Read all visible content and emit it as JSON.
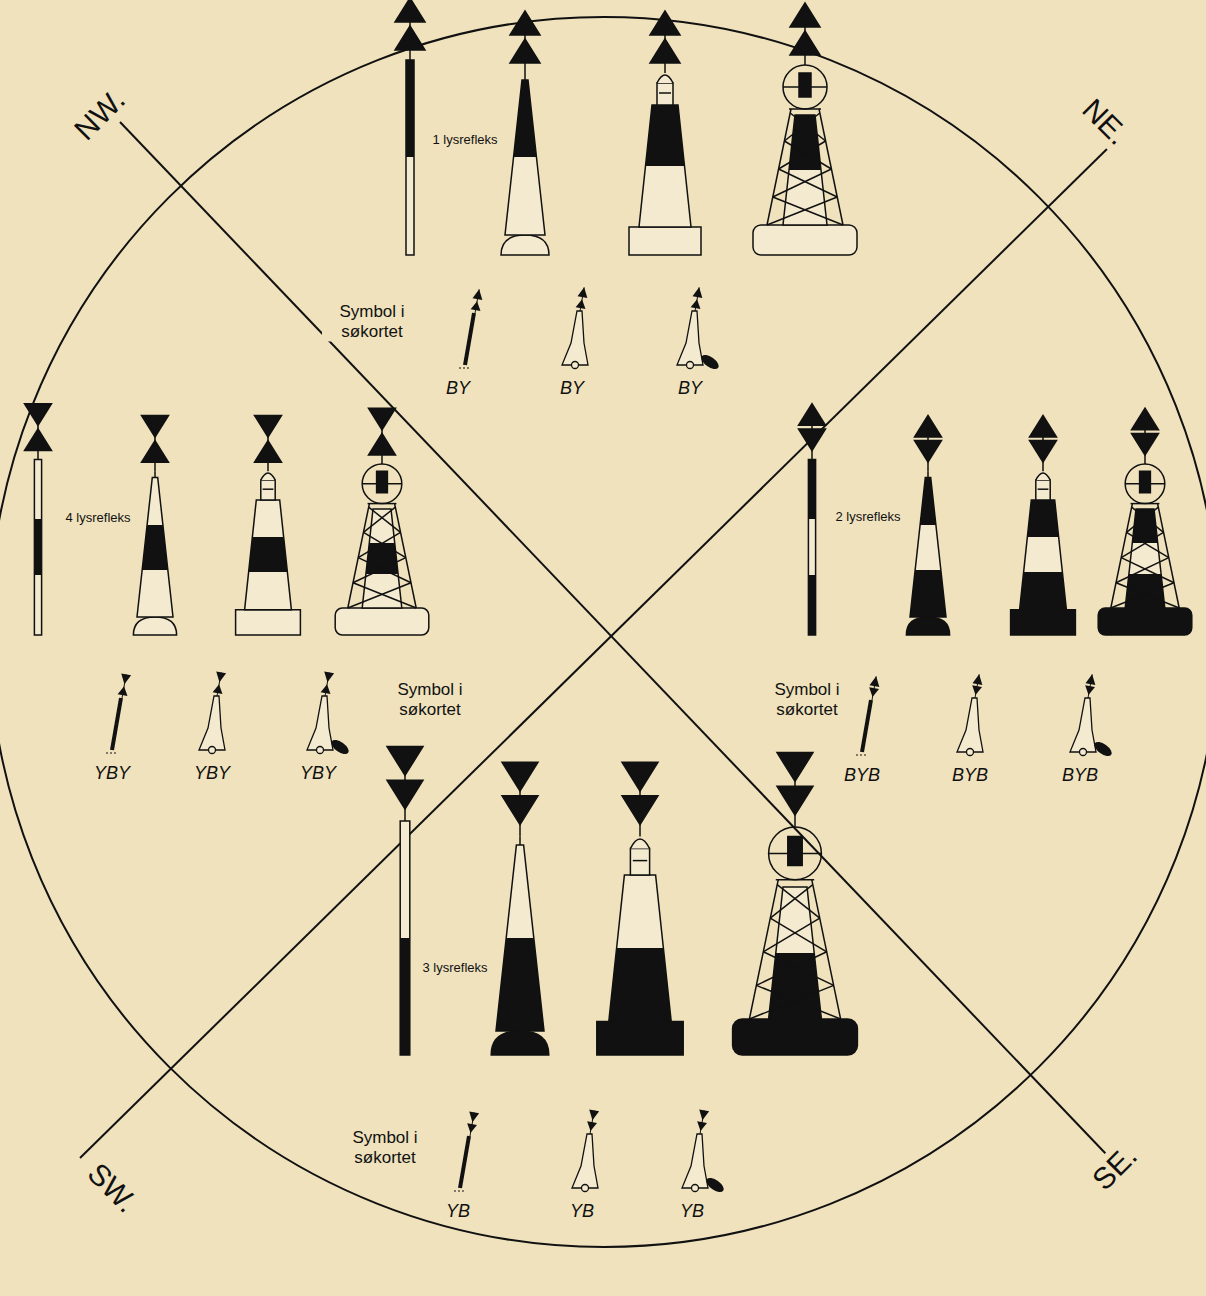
{
  "diagram": {
    "labels": [
      "NW.",
      "NE.",
      "1 lysrefleks",
      "Symbol i søkortet",
      "BY",
      "BY",
      "BY",
      "4 lysrefleks",
      "2 lysrefleks",
      "Symbol i søkortet",
      "YBY",
      "YBY",
      "YBY",
      "Symbol i søkortet",
      "BYB",
      "BYB",
      "BYB",
      "3 lysrefleks",
      "Symbol i søkortet",
      "YB",
      "YB",
      "YB",
      "SW.",
      "SE."
    ]
  }
}
